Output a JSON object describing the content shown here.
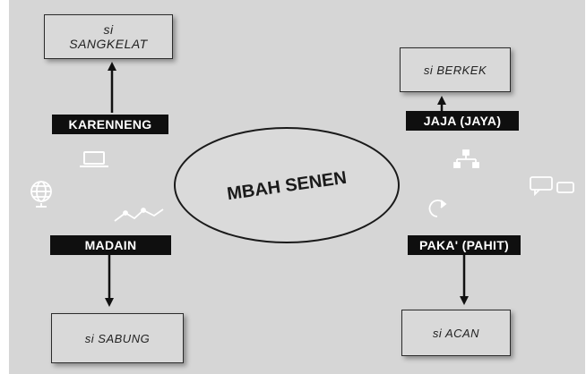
{
  "center": {
    "title": "MBAH SENEN"
  },
  "boxes": {
    "top_left": {
      "line1": "si",
      "line2": "SANGKELAT"
    },
    "top_right": {
      "label": "si BERKEK"
    },
    "bottom_left": {
      "label": "si SABUNG"
    },
    "bottom_right": {
      "label": "si ACAN"
    }
  },
  "labels": {
    "top_left": "KARENNENG",
    "top_right": "JAJA (JAYA)",
    "bottom_left": "MADAIN",
    "bottom_right": "PAKA' (PAHIT)"
  },
  "icons": [
    "laptop-icon",
    "globe-icon",
    "line-chart-icon",
    "org-chart-icon",
    "chat-icon",
    "refresh-icon"
  ],
  "colors": {
    "background": "#d6d6d6",
    "label_fill": "#0f0f0f",
    "label_text": "#ffffff",
    "box_fill": "#d9d9d9",
    "icon_color": "#ffffff"
  }
}
